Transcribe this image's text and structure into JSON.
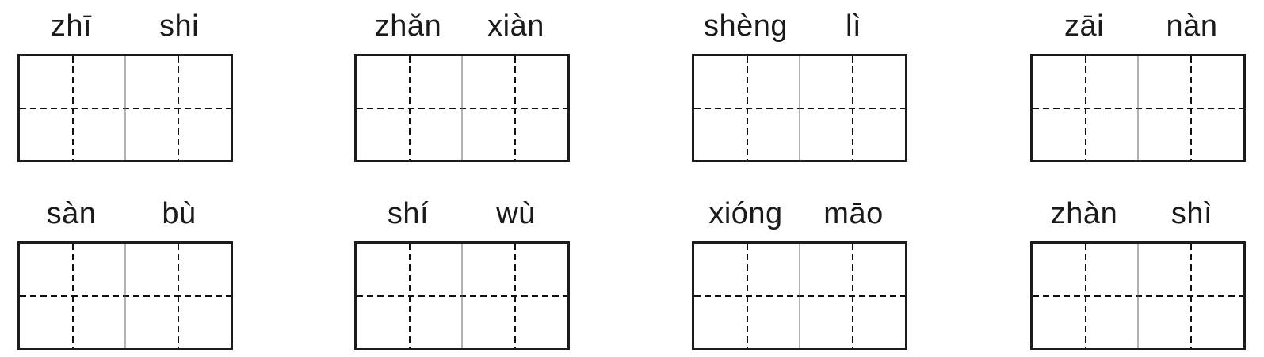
{
  "worksheet": {
    "type": "pinyin-writing-exercise",
    "grid_style": "tianzige-two-cell",
    "colors": {
      "background": "#ffffff",
      "box_border": "#1c1c1c",
      "cell_divider": "#666666",
      "guide_dash": "#111111",
      "text": "#1a1a1a"
    },
    "words": [
      {
        "syllables": [
          "zhī",
          "shi"
        ]
      },
      {
        "syllables": [
          "zhǎn",
          "xiàn"
        ]
      },
      {
        "syllables": [
          "shèng",
          "lì"
        ]
      },
      {
        "syllables": [
          "zāi",
          "nàn"
        ]
      },
      {
        "syllables": [
          "sàn",
          "bù"
        ]
      },
      {
        "syllables": [
          "shí",
          "wù"
        ]
      },
      {
        "syllables": [
          "xióng",
          "māo"
        ]
      },
      {
        "syllables": [
          "zhàn",
          "shì"
        ]
      }
    ]
  }
}
